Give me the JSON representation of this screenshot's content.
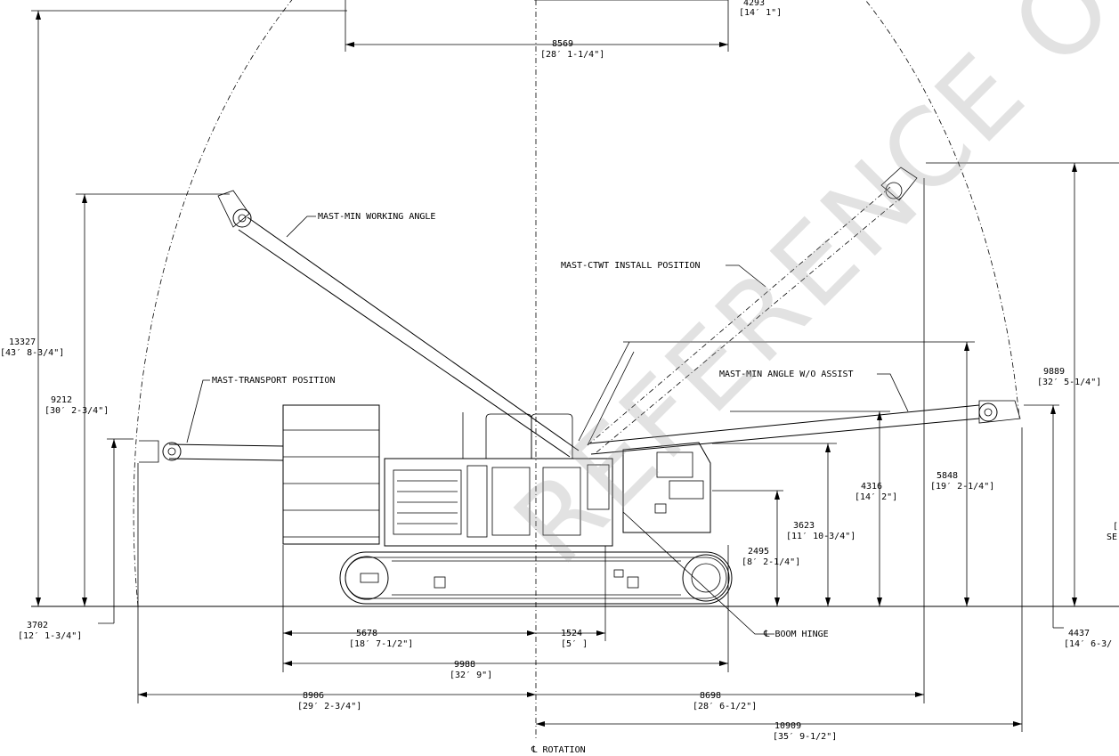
{
  "dimensions": [
    {
      "id": "top-width",
      "value": "4293",
      "imperial": "[14′ 1\"]"
    },
    {
      "id": "mast-span",
      "value": "8569",
      "imperial": "[28′ 1-1/4\"]"
    },
    {
      "id": "overall-height",
      "value": "13327",
      "imperial": "[43′ 8-3/4\"]"
    },
    {
      "id": "min-working-height",
      "value": "9212",
      "imperial": "[30′ 2-3/4\"]"
    },
    {
      "id": "transport-height",
      "value": "3702",
      "imperial": "[12′ 1-3/4\"]"
    },
    {
      "id": "ctwt-install-height",
      "value": "9889",
      "imperial": "[32′ 5-1/4\"]"
    },
    {
      "id": "min-angle-height",
      "value": "5848",
      "imperial": "[19′ 2-1/4\"]"
    },
    {
      "id": "cab-height",
      "value": "4316",
      "imperial": "[14′ 2\"]"
    },
    {
      "id": "deck-height",
      "value": "3623",
      "imperial": "[11′ 10-3/4\"]"
    },
    {
      "id": "boom-hinge-height",
      "value": "2495",
      "imperial": "[8′ 2-1/4\"]"
    },
    {
      "id": "tail-radius",
      "value": "5678",
      "imperial": "[18′ 7-1/2\"]"
    },
    {
      "id": "hinge-offset",
      "value": "1524",
      "imperial": "[5′ ]"
    },
    {
      "id": "track-length",
      "value": "9988",
      "imperial": "[32′ 9\"]"
    },
    {
      "id": "rear-reach",
      "value": "8906",
      "imperial": "[29′ 2-3/4\"]"
    },
    {
      "id": "front-reach",
      "value": "8698",
      "imperial": "[28′ 6-1/2\"]"
    },
    {
      "id": "max-reach",
      "value": "10909",
      "imperial": "[35′ 9-1/2\"]"
    },
    {
      "id": "tip-height",
      "value": "4437",
      "imperial": "[14′ 6-3/"
    }
  ],
  "callouts": {
    "min_working_angle": "MAST-MIN WORKING ANGLE",
    "transport_position": "MAST-TRANSPORT POSITION",
    "ctwt_install": "MAST-CTWT INSTALL POSITION",
    "min_angle_no_assist": "MAST-MIN ANGLE W/O ASSIST",
    "boom_hinge": "℄ BOOM HINGE",
    "rotation": "℄ ROTATION"
  },
  "edge_fragments": {
    "right_bracket": "[",
    "right_se": "SE"
  },
  "watermark": "REFERENCE ONLY"
}
